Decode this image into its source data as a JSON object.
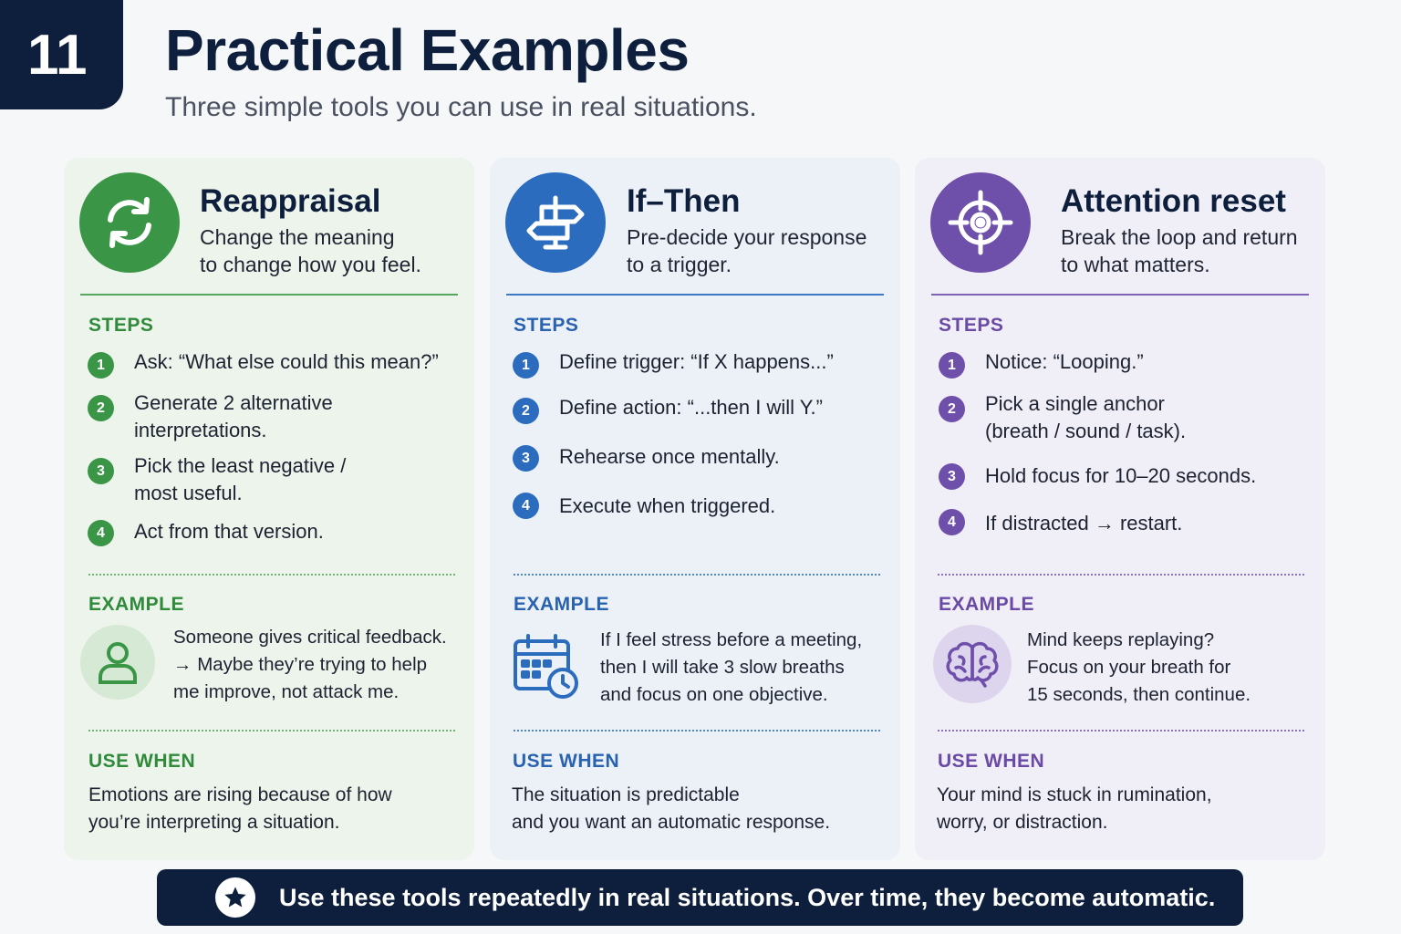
{
  "header": {
    "number": "11",
    "title": "Practical Examples",
    "subtitle": "Three simple tools you can use in real situations."
  },
  "labels": {
    "steps": "STEPS",
    "example": "EXAMPLE",
    "use_when": "USE WHEN"
  },
  "cards": [
    {
      "title": "Reappraisal",
      "description": "Change the meaning\nto change how you feel.",
      "icon": "refresh-cycle-icon",
      "accent": "#3b9546",
      "steps": [
        {
          "n": "1",
          "text": "Ask: “What else could this mean?”"
        },
        {
          "n": "2",
          "text": "Generate 2 alternative\ninterpretations."
        },
        {
          "n": "3",
          "text": "Pick the least negative /\nmost useful."
        },
        {
          "n": "4",
          "text": "Act from that version."
        }
      ],
      "example_icon": "person-icon",
      "example": "Someone gives critical feedback.\n→ Maybe they’re trying to help\nme improve, not attack me.",
      "use_when": "Emotions are rising because of how\nyou’re interpreting a situation."
    },
    {
      "title": "If–Then",
      "description": "Pre-decide your response\nto a trigger.",
      "icon": "signpost-icon",
      "accent": "#2b6cbf",
      "steps": [
        {
          "n": "1",
          "text": "Define trigger: “If X happens...”"
        },
        {
          "n": "2",
          "text": "Define action: “...then I will Y.”"
        },
        {
          "n": "3",
          "text": "Rehearse once mentally."
        },
        {
          "n": "4",
          "text": "Execute when triggered."
        }
      ],
      "example_icon": "calendar-clock-icon",
      "example": "If I feel stress before a meeting,\nthen I will take 3 slow breaths\nand focus on one objective.",
      "use_when": "The situation is predictable\nand you want an automatic response."
    },
    {
      "title": "Attention reset",
      "description": "Break the loop and return\nto what matters.",
      "icon": "target-crosshair-icon",
      "accent": "#6e4faa",
      "steps": [
        {
          "n": "1",
          "text": "Notice: “Looping.”"
        },
        {
          "n": "2",
          "text": "Pick a single anchor\n(breath / sound / task)."
        },
        {
          "n": "3",
          "text": "Hold focus for 10–20 seconds."
        },
        {
          "n": "4",
          "text": "If distracted → restart."
        }
      ],
      "example_icon": "brain-icon",
      "example": "Mind keeps replaying?\nFocus on your breath for\n15 seconds, then continue.",
      "use_when": "Your mind is stuck in rumination,\nworry, or distraction."
    }
  ],
  "footer": {
    "icon": "star-icon",
    "text": "Use these tools repeatedly in real situations. Over time, they become automatic."
  }
}
